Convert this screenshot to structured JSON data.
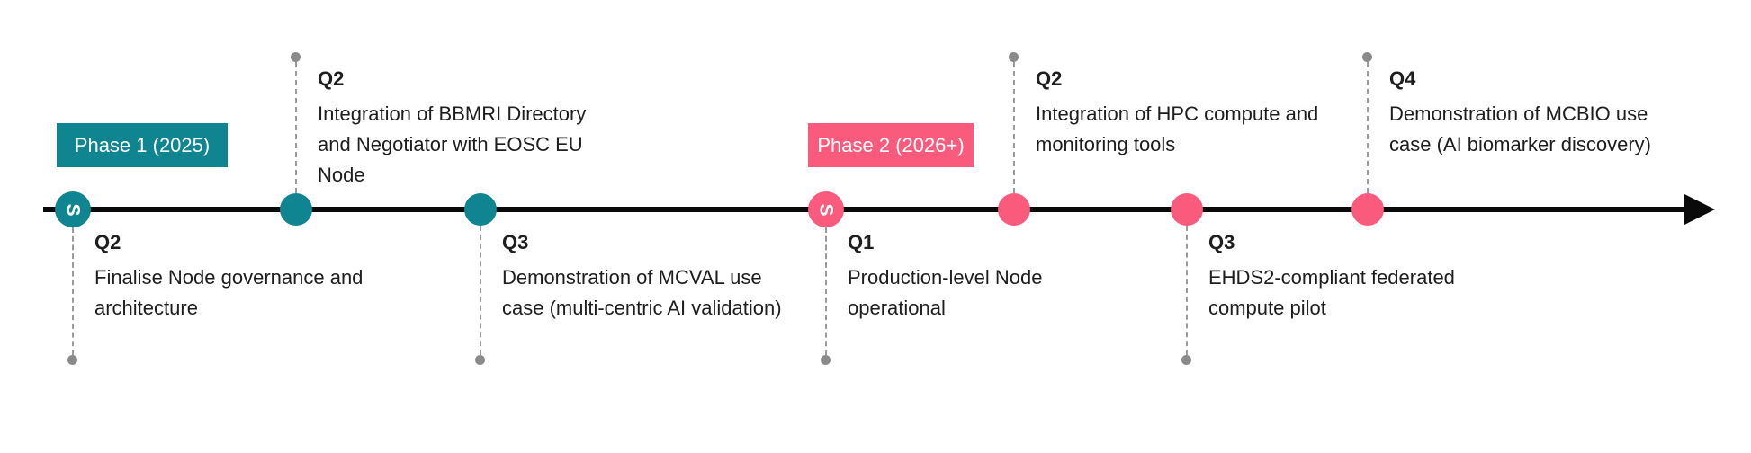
{
  "phases": [
    {
      "label": "Phase 1 (2025)",
      "color": "#0E8590"
    },
    {
      "label": "Phase 2 (2026+)",
      "color": "#FA5A7C"
    }
  ],
  "milestones": [
    {
      "quarter": "Q2",
      "phase": 1,
      "side": "below",
      "marker": "S",
      "lines": [
        "Finalise Node governance and",
        "architecture"
      ]
    },
    {
      "quarter": "Q2",
      "phase": 1,
      "side": "above",
      "lines": [
        "Integration of BBMRI Directory",
        "and Negotiator with EOSC EU",
        "Node"
      ]
    },
    {
      "quarter": "Q3",
      "phase": 1,
      "side": "below",
      "lines": [
        "Demonstration of MCVAL use",
        "case (multi-centric AI validation)"
      ]
    },
    {
      "quarter": "Q1",
      "phase": 2,
      "side": "below",
      "marker": "S",
      "lines": [
        "Production-level Node",
        "operational"
      ]
    },
    {
      "quarter": "Q2",
      "phase": 2,
      "side": "above",
      "lines": [
        "Integration of HPC compute and",
        "monitoring tools"
      ]
    },
    {
      "quarter": "Q3",
      "phase": 2,
      "side": "below",
      "lines": [
        "EHDS2-compliant federated",
        "compute pilot"
      ]
    },
    {
      "quarter": "Q4",
      "phase": 2,
      "side": "above",
      "lines": [
        "Demonstration of MCBIO use",
        "case (AI biomarker discovery)"
      ]
    }
  ],
  "colors": {
    "phase1": "#0E8590",
    "phase2": "#FA5A7C",
    "timeline": "#0a0a0a",
    "connector": "#9b9b9b",
    "end_dot": "#8a8a8a",
    "text": "#1e1e1e"
  }
}
